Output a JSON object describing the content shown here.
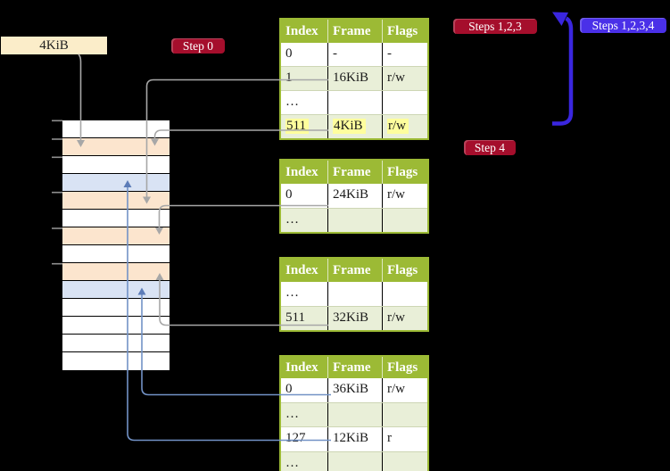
{
  "labels": {
    "frame_size_box": "4KiB"
  },
  "badges": [
    {
      "label": "Step 0",
      "color": "#a50e2c"
    },
    {
      "label": "Steps 1,2,3",
      "color": "#a50e2c"
    },
    {
      "label": "Steps 1,2,3,4",
      "color": "#4a30e8"
    },
    {
      "label": "Step 4",
      "color": "#a50e2c"
    }
  ],
  "tables": [
    {
      "columns": [
        "Index",
        "Frame",
        "Flags"
      ],
      "rows": [
        {
          "cells": [
            "0",
            "-",
            "-"
          ]
        },
        {
          "cells": [
            "1",
            "16KiB",
            "r/w"
          ]
        },
        {
          "cells": [
            "…",
            "",
            ""
          ]
        },
        {
          "cells": [
            "511",
            "4KiB",
            "r/w"
          ],
          "highlighted": true
        }
      ]
    },
    {
      "columns": [
        "Index",
        "Frame",
        "Flags"
      ],
      "rows": [
        {
          "cells": [
            "0",
            "24KiB",
            "r/w"
          ]
        },
        {
          "cells": [
            "…",
            "",
            ""
          ]
        }
      ]
    },
    {
      "columns": [
        "Index",
        "Frame",
        "Flags"
      ],
      "rows": [
        {
          "cells": [
            "…",
            "",
            ""
          ]
        },
        {
          "cells": [
            "511",
            "32KiB",
            "r/w"
          ]
        }
      ]
    },
    {
      "columns": [
        "Index",
        "Frame",
        "Flags"
      ],
      "rows": [
        {
          "cells": [
            "0",
            "36KiB",
            "r/w"
          ]
        },
        {
          "cells": [
            "…",
            "",
            ""
          ]
        },
        {
          "cells": [
            "127",
            "12KiB",
            "r"
          ]
        },
        {
          "cells": [
            "…",
            "",
            ""
          ]
        }
      ]
    }
  ],
  "memory": {
    "frame_rows": [
      "free",
      "page-table",
      "free",
      "mapped-page",
      "page-table",
      "free",
      "page-table",
      "free",
      "page-table",
      "mapped-page",
      "free",
      "free",
      "free",
      "free"
    ]
  },
  "palette": {
    "background": "#000000",
    "table_header_green": "#9cba35",
    "table_row_green": "#e9efd8",
    "frame_free_white": "#ffffff",
    "frame_page_table_peach": "#fce5ce",
    "frame_mapped_page_blue": "#d9e3f4",
    "label_box_wheat": "#fbedc9",
    "highlight_yellow": "#fefe9d",
    "badge_red": "#a50e2c",
    "badge_blue": "#4a30e8",
    "arrow_gray": "#a7a7a7",
    "arrow_blue_line": "#7292c6",
    "arrow_blue_head": "#5c7cb8",
    "loop_arrow_blue": "#3a26df"
  }
}
